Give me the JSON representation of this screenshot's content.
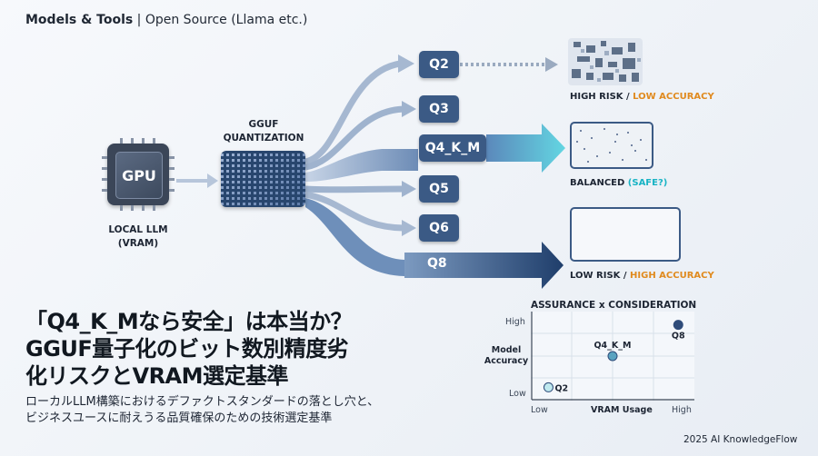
{
  "header": {
    "brand": "Models & Tools",
    "separator": " | ",
    "context": "Open Source (Llama etc.)"
  },
  "gpu": {
    "chip_label": "GPU",
    "caption_line1": "LOCAL LLM",
    "caption_line2": "(VRAM)"
  },
  "gguf": {
    "caption_line1": "GGUF",
    "caption_line2": "QUANTIZATION"
  },
  "quant_levels": [
    "Q2",
    "Q3",
    "Q4_K_M",
    "Q5",
    "Q6",
    "Q8"
  ],
  "outcomes": {
    "q2": {
      "label_a": "HIGH RISK / ",
      "label_b": "LOW ACCURACY"
    },
    "q4": {
      "label_a": "BALANCED ",
      "label_b": "(SAFE?)"
    },
    "q8": {
      "label_a": "LOW RISK / ",
      "label_b": "HIGH ACCURACY"
    }
  },
  "title_lines": [
    "「Q4_K_Mなら安全」は本当か？",
    "GGUF量子化のビット数別精度劣",
    "化リスクとVRAM選定基準"
  ],
  "subtitle_lines": [
    "ローカルLLM構築におけるデファクトスタンダードの落とし穴と、",
    "ビジネスユースに耐えうる品質確保のための技術選定基準"
  ],
  "chart_data": {
    "type": "scatter",
    "title": "ASSURANCE x CONSIDERATION",
    "xlabel": "VRAM Usage",
    "ylabel_line1": "Model",
    "ylabel_line2": "Accuracy",
    "x_ticks": [
      "Low",
      "High"
    ],
    "y_ticks": [
      "Low",
      "High"
    ],
    "points": [
      {
        "label": "Q2",
        "x": 0.08,
        "y": 0.1
      },
      {
        "label": "Q4_K_M",
        "x": 0.5,
        "y": 0.5
      },
      {
        "label": "Q8",
        "x": 0.93,
        "y": 0.9
      }
    ],
    "colors": {
      "q2": "#bfe9ef",
      "q4": "#5aa3c0",
      "q8": "#2f4c7a"
    }
  },
  "footer": "2025 AI KnowledgeFlow",
  "colors": {
    "primary": "#3b5a85",
    "accent_orange": "#e08a1e",
    "accent_cyan": "#18b3c4",
    "dark_arrow": "#1f3e6b"
  }
}
